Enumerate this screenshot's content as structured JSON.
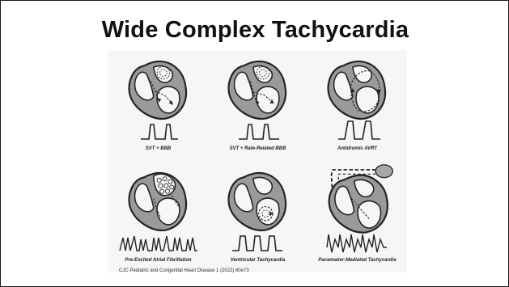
{
  "slide": {
    "title": "Wide Complex Tachycardia",
    "citation": "CJC Pediatric and Congenital Heart Disease 1 (2022) 60e73"
  },
  "panels": [
    {
      "caption": "SVT + BBB"
    },
    {
      "caption": "SVT + Rate-Related BBB"
    },
    {
      "caption": "Antidromic AVRT"
    },
    {
      "caption": "Pre-Excited Atrial Fibrillation"
    },
    {
      "caption": "Ventricular Tachycardia"
    },
    {
      "caption": "Pacemaker-Mediated Tachycardia"
    }
  ],
  "colors": {
    "ink": "#222222",
    "fill": "#9a9a9a",
    "device": "#a8a8a8"
  }
}
